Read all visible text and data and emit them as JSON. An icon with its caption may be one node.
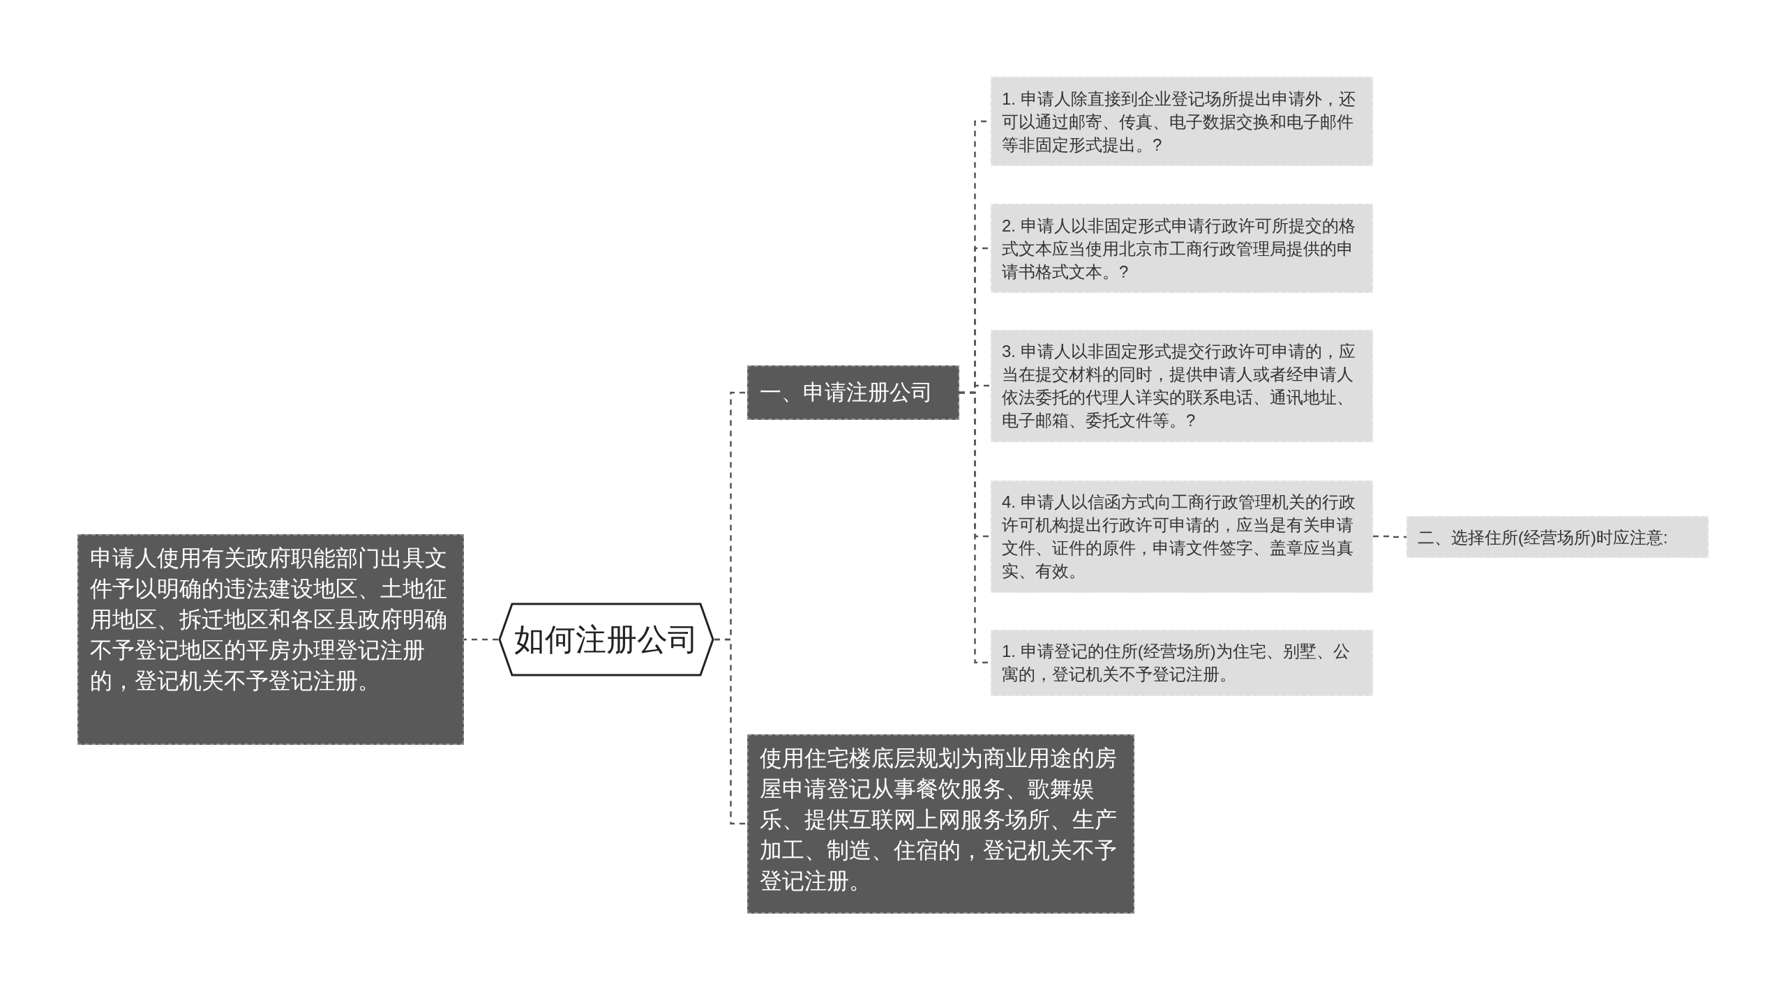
{
  "diagram": {
    "nodes": [
      {
        "text": [
          "如何注册公司"
        ]
      },
      {
        "text": [
          "申请人使用有关政府职能部门出具文件予以明确的违法建设地区、土地征用地区、拆迁地区和各区县政府明确不予登记地区的平房办理登记注册的，登记机关不予登记注册。"
        ]
      },
      {
        "text": [
          "一、申请注册公司"
        ]
      },
      {
        "text": [
          "1. 申请人除直接到企业登记场所提出申请外，还可以通过邮寄、传真、电子数据交换和电子邮件等非固定形式提出。?"
        ]
      },
      {
        "text": [
          "2. 申请人以非固定形式申请行政许可所提交的格式文本应当使用北京市工商行政管理局提供的申请书格式文本。?"
        ]
      },
      {
        "text": [
          "3. 申请人以非固定形式提交行政许可申请的，应当在提交材料的同时，提供申请人或者经申请人依法委托的代理人详实的联系电话、通讯地址、电子邮箱、委托文件等。?"
        ]
      },
      {
        "text": [
          "4. 申请人以信函方式向工商行政管理机关的行政许可机构提出行政许可申请的，应当是有关申请文件、证件的原件，申请文件签字、盖章应当真实、有效。"
        ]
      },
      {
        "text": [
          "二、选择住所(经营场所)时应注意:"
        ]
      },
      {
        "text": [
          "1. 申请登记的住所(经营场所)为住宅、别墅、公寓的，登记机关不予登记注册。"
        ]
      },
      {
        "text": [
          "使用住宅楼底层规划为商业用途的房屋申请登记从事餐饮服务、歌舞娱乐、提供互联网上网服务场所、生产加工、制造、住宿的，登记机关不予登记注册。"
        ]
      }
    ],
    "edges": [
      {
        "from": 0,
        "to": 1,
        "arrow": "none",
        "style": "dashed"
      },
      {
        "from": 0,
        "to": 2,
        "arrow": "none",
        "style": "dashed"
      },
      {
        "from": 2,
        "to": 3,
        "arrow": "none",
        "style": "dashed"
      },
      {
        "from": 2,
        "to": 4,
        "arrow": "none",
        "style": "dashed"
      },
      {
        "from": 2,
        "to": 5,
        "arrow": "none",
        "style": "dashed"
      },
      {
        "from": 2,
        "to": 6,
        "arrow": "none",
        "style": "dashed"
      },
      {
        "from": 6,
        "to": 7,
        "arrow": "none",
        "style": "dashed"
      },
      {
        "from": 2,
        "to": 8,
        "arrow": "none",
        "style": "dashed"
      },
      {
        "from": 0,
        "to": 9,
        "arrow": "none",
        "style": "dashed"
      }
    ]
  }
}
